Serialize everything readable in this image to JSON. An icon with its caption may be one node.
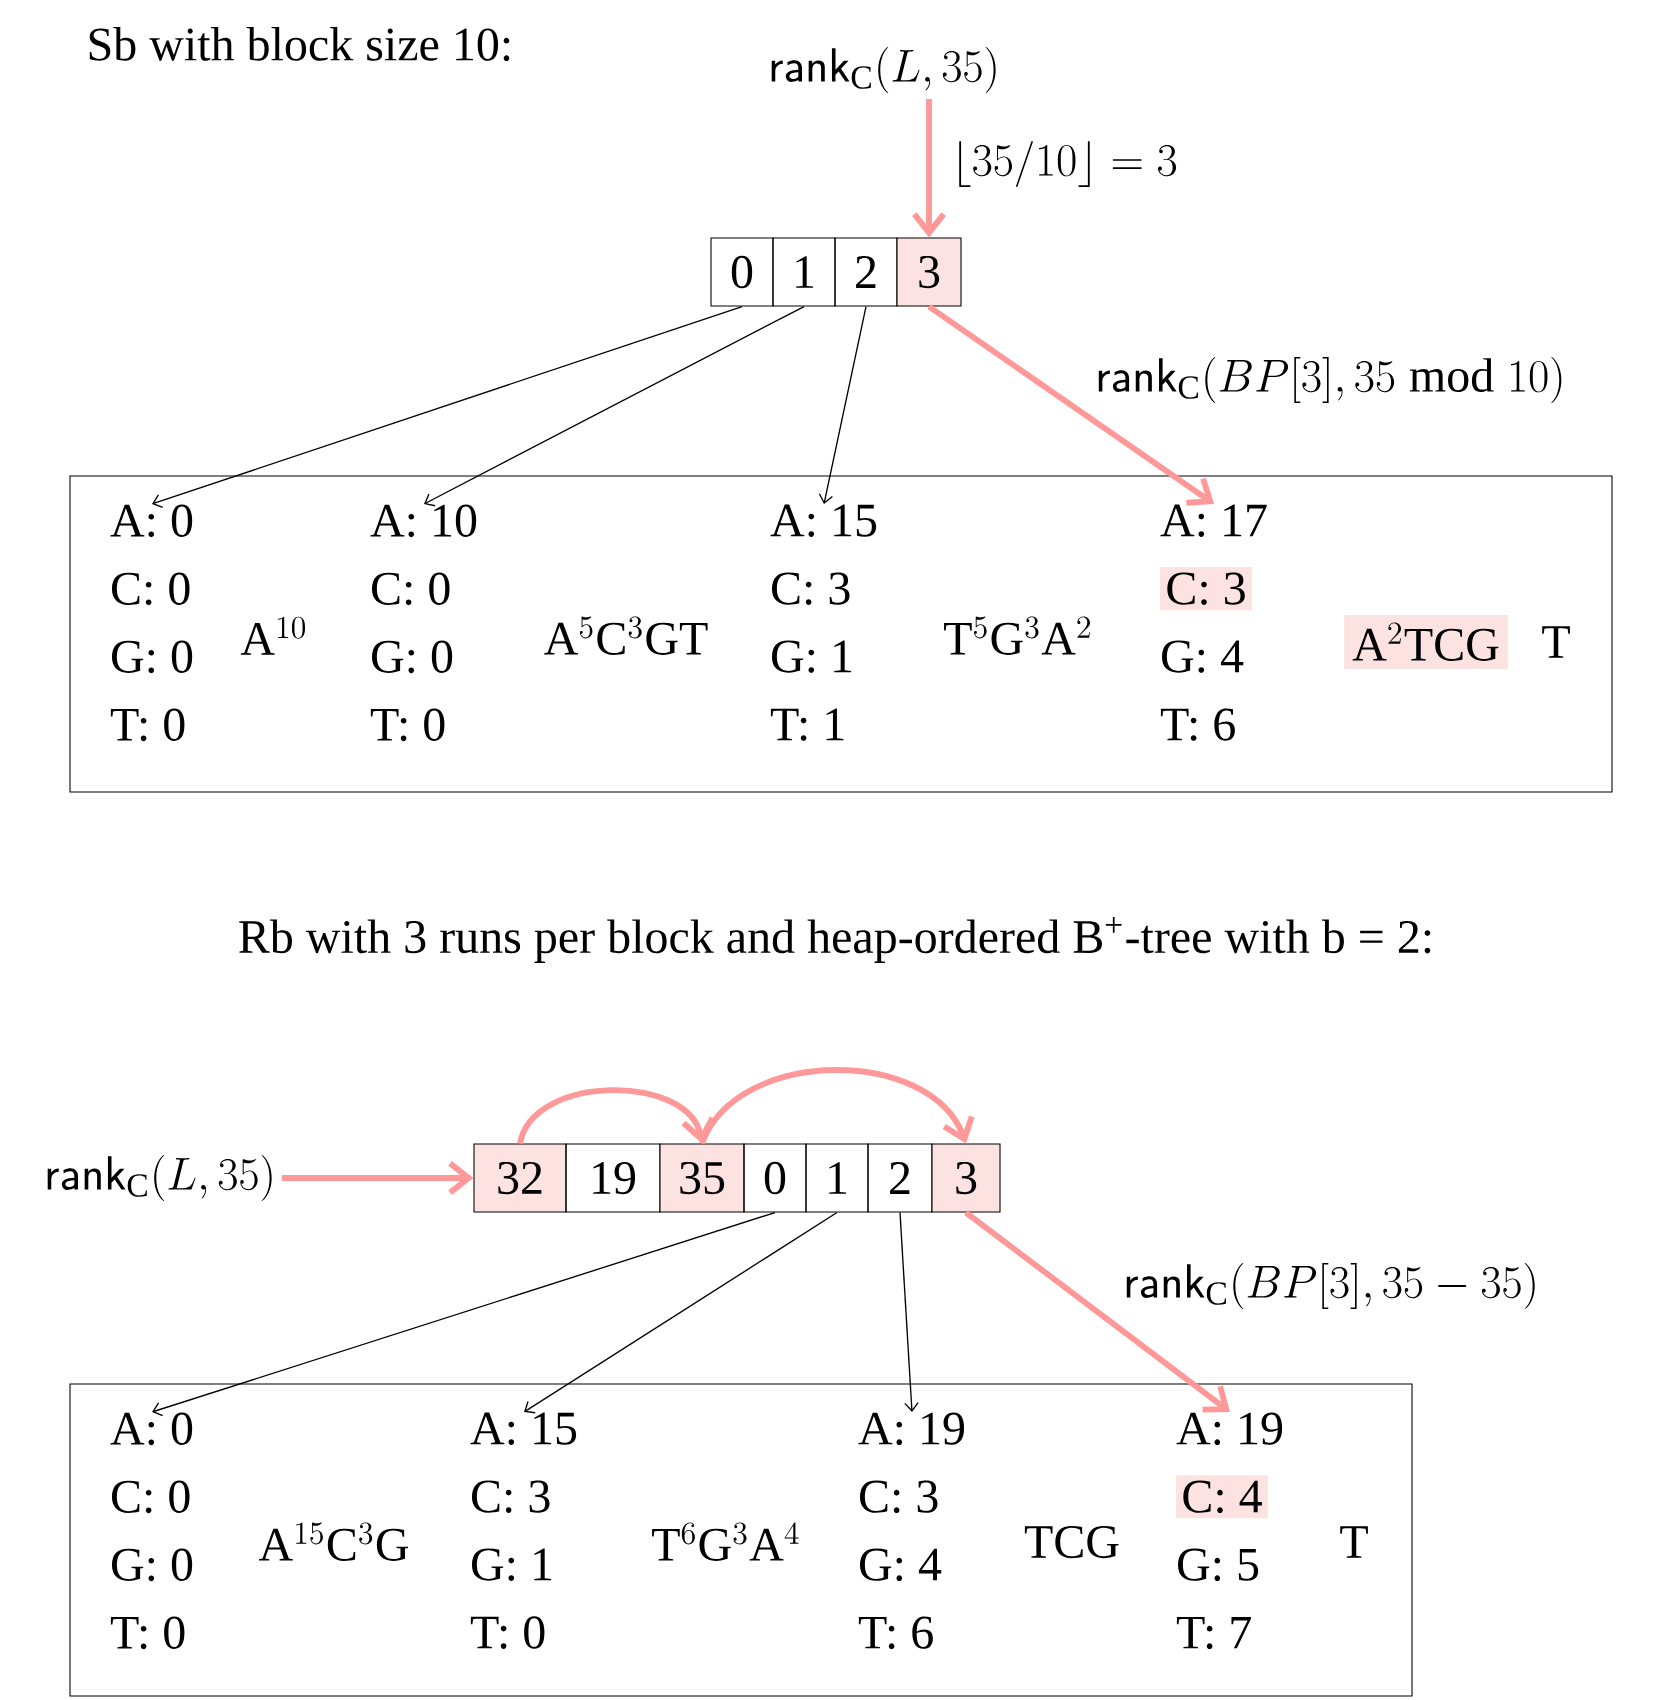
{
  "diagram": {
    "nodes": [
      {
        "text": [
          "\\mathsf{rank}_{\\mathrm{C}}(L, 35)"
        ]
      },
      {
        "text": [
          "0"
        ]
      },
      {
        "text": [
          "1"
        ]
      },
      {
        "text": [
          "2"
        ]
      },
      {
        "text": [
          "3"
        ]
      },
      {
        "text": [],
        "shape": "box"
      },
      {
        "text": [
          "A: 0",
          "C: 0",
          "G: 0",
          "T: 0"
        ],
        "in": 5
      },
      {
        "text": [
          "\\mathrm{A}^{10}"
        ],
        "in": 5
      },
      {
        "text": [
          "A: 10",
          "C: 0",
          "G: 0",
          "T: 0"
        ],
        "in": 5
      },
      {
        "text": [
          "\\mathrm{A}^{5}\\mathrm{C}^{3}\\mathrm{GT}"
        ],
        "in": 5
      },
      {
        "text": [
          "A: 15",
          "C: 3",
          "G: 1",
          "T: 1"
        ],
        "in": 5
      },
      {
        "text": [
          "\\mathrm{T}^{5}\\mathrm{G}^{3}\\mathrm{A}^{2}"
        ],
        "in": 5
      },
      {
        "text": [
          "A: 17",
          "C: 3",
          "G: 4",
          "T: 6"
        ],
        "in": 5
      },
      {
        "text": [
          "\\mathrm{A}^{2}\\mathrm{TCG}"
        ],
        "in": 5
      },
      {
        "text": [
          "T"
        ],
        "in": 5
      },
      {
        "text": [
          "\\mathsf{rank}_{\\mathrm{C}}(L, 35)"
        ]
      },
      {
        "text": [
          "32"
        ]
      },
      {
        "text": [
          "19"
        ]
      },
      {
        "text": [
          "35"
        ]
      },
      {
        "text": [
          "0"
        ]
      },
      {
        "text": [
          "1"
        ]
      },
      {
        "text": [
          "2"
        ]
      },
      {
        "text": [
          "3"
        ]
      },
      {
        "text": [],
        "shape": "box"
      },
      {
        "text": [
          "A: 0",
          "C: 0",
          "G: 0",
          "T: 0"
        ],
        "in": 23
      },
      {
        "text": [
          "\\mathrm{A}^{15}\\mathrm{C}^{3}\\mathrm{G}"
        ],
        "in": 23
      },
      {
        "text": [
          "A: 15",
          "C: 3",
          "G: 1",
          "T: 0"
        ],
        "in": 23
      },
      {
        "text": [
          "\\mathrm{T}^{6}\\mathrm{G}^{3}\\mathrm{A}^{4}"
        ],
        "in": 23
      },
      {
        "text": [
          "A: 19",
          "C: 3",
          "G: 4",
          "T: 6"
        ],
        "in": 23
      },
      {
        "text": [
          "TCG"
        ],
        "in": 23
      },
      {
        "text": [
          "A: 19",
          "C: 4",
          "G: 5",
          "T: 7"
        ],
        "in": 23
      },
      {
        "text": [
          "T"
        ],
        "in": 23
      }
    ],
    "edges": [
      {
        "from": 0,
        "to": 4,
        "arrow": "to",
        "label": "\\lfloor 35/10 \\rfloor = 3",
        "style": "thick",
        "color": "#ff9999"
      },
      {
        "from": 1,
        "to": 6,
        "arrow": "to",
        "color": "#000000"
      },
      {
        "from": 2,
        "to": 8,
        "arrow": "to",
        "color": "#000000"
      },
      {
        "from": 3,
        "to": 10,
        "arrow": "to",
        "color": "#000000"
      },
      {
        "from": 4,
        "to": 12,
        "arrow": "to",
        "label": "\\mathsf{rank}_{\\mathrm{C}}(BP[3], 35 \\bmod 10)",
        "style": "thick",
        "color": "#ff9999"
      },
      {
        "from": 15,
        "to": 16,
        "arrow": "to",
        "style": "thick",
        "color": "#ff9999"
      },
      {
        "from": 16,
        "to": 18,
        "arrow": "to",
        "style": "thick",
        "color": "#ff9999"
      },
      {
        "from": 18,
        "to": 22,
        "arrow": "to",
        "style": "thick",
        "color": "#ff9999"
      },
      {
        "from": 19,
        "to": 24,
        "arrow": "to",
        "color": "#000000"
      },
      {
        "from": 20,
        "to": 26,
        "arrow": "to",
        "color": "#000000"
      },
      {
        "from": 21,
        "to": 28,
        "arrow": "to",
        "color": "#000000"
      },
      {
        "from": 22,
        "to": 30,
        "arrow": "to",
        "label": "\\mathsf{rank}_{\\mathrm{C}}(BP[3], 35 - 35)",
        "style": "thick",
        "color": "#ff9999"
      }
    ],
    "labels": [
      "Sb with block size 10:",
      "Rb with 3 runs per block and heap-ordered B$^{+}$-tree with b = 2:"
    ]
  }
}
